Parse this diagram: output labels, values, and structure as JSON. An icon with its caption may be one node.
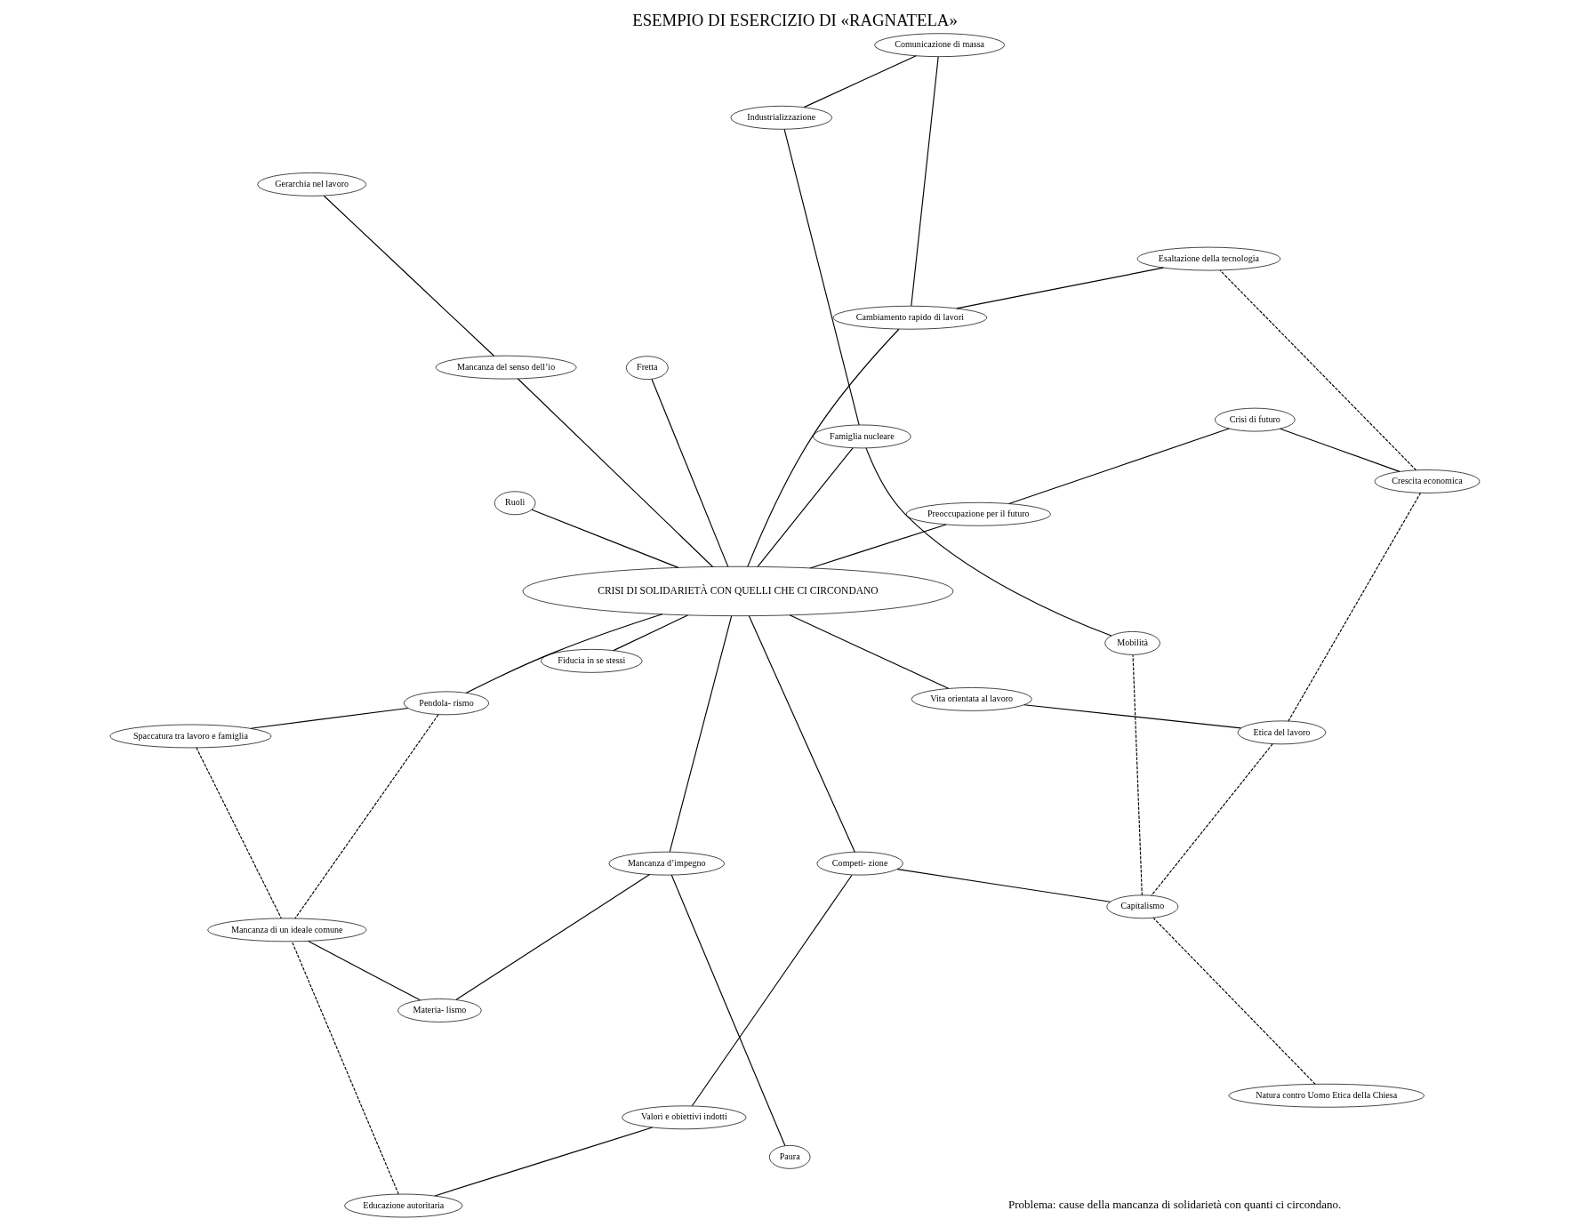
{
  "diagram": {
    "title": "ESEMPIO DI ESERCIZIO DI «RAGNATELA»",
    "nodes": [
      {
        "text": [
          "CRISI DI SOLIDARIETÀ CON QUELLI CHE CI CIRCONDANO"
        ]
      },
      {
        "text": [
          "Etica del lavoro"
        ]
      },
      {
        "text": [
          "Natura contro Uomo Etica della Chiesa"
        ]
      },
      {
        "text": [
          "Vita orientata al lavoro"
        ]
      },
      {
        "text": [
          "Fiducia in se stessi"
        ]
      },
      {
        "text": [
          "Ruoli"
        ]
      },
      {
        "text": [
          "Capitalismo"
        ]
      },
      {
        "text": [
          "Competi- zione"
        ]
      },
      {
        "text": [
          "Valori e obiettivi indotti"
        ]
      },
      {
        "text": [
          "Educazione autoritaria"
        ]
      },
      {
        "text": [
          "Pendola- rismo"
        ]
      },
      {
        "text": [
          "Spaccatura tra lavoro e famiglia"
        ]
      },
      {
        "text": [
          "Fretta"
        ]
      },
      {
        "text": [
          "Mancanza del senso dell’io"
        ]
      },
      {
        "text": [
          "Gerarchia nel lavoro"
        ]
      },
      {
        "text": [
          "Mancanza d’impegno"
        ]
      },
      {
        "text": [
          "Paura"
        ]
      },
      {
        "text": [
          "Materia- lismo"
        ]
      },
      {
        "text": [
          "Mancanza di un ideale comune"
        ]
      },
      {
        "text": [
          "Famiglia nucleare"
        ]
      },
      {
        "text": [
          "Mobilità"
        ]
      },
      {
        "text": [
          "Industrializzazione"
        ]
      },
      {
        "text": [
          "Preoccupazione per il futuro"
        ]
      },
      {
        "text": [
          "Crisi di futuro"
        ]
      },
      {
        "text": [
          "Crescita economica"
        ]
      },
      {
        "text": [
          "Esaltazione della tecnologia"
        ]
      },
      {
        "text": [
          "Cambiamento rapido di lavori"
        ]
      },
      {
        "text": [
          "Comunicazione di massa"
        ]
      }
    ],
    "edges": [
      {
        "from": 1,
        "to": 3,
        "arrow": "none"
      },
      {
        "from": 3,
        "to": 0,
        "arrow": "none"
      },
      {
        "from": 4,
        "to": 0,
        "arrow": "none"
      },
      {
        "from": 5,
        "to": 0,
        "arrow": "none"
      },
      {
        "from": 7,
        "to": 0,
        "arrow": "none"
      },
      {
        "from": 6,
        "to": 7,
        "arrow": "none"
      },
      {
        "from": 8,
        "to": 7,
        "arrow": "none"
      },
      {
        "from": 9,
        "to": 8,
        "arrow": "none"
      },
      {
        "from": 2,
        "to": 6,
        "arrow": "none",
        "style": "dashed"
      },
      {
        "from": 0,
        "to": 10,
        "arrow": "none"
      },
      {
        "from": 10,
        "to": 11,
        "arrow": "none"
      },
      {
        "from": 0,
        "to": 12,
        "arrow": "none"
      },
      {
        "from": 0,
        "to": 13,
        "arrow": "none"
      },
      {
        "from": 13,
        "to": 14,
        "arrow": "none"
      },
      {
        "from": 0,
        "to": 15,
        "arrow": "none"
      },
      {
        "from": 15,
        "to": 16,
        "arrow": "none"
      },
      {
        "from": 15,
        "to": 17,
        "arrow": "none"
      },
      {
        "from": 17,
        "to": 18,
        "arrow": "none"
      },
      {
        "from": 0,
        "to": 19,
        "arrow": "none"
      },
      {
        "from": 19,
        "to": 20,
        "arrow": "none"
      },
      {
        "from": 19,
        "to": 21,
        "arrow": "none"
      },
      {
        "from": 0,
        "to": 26,
        "arrow": "none"
      },
      {
        "from": 26,
        "to": 25,
        "arrow": "none"
      },
      {
        "from": 26,
        "to": 27,
        "arrow": "none"
      },
      {
        "from": 27,
        "to": 21,
        "arrow": "none"
      },
      {
        "from": 24,
        "to": 25,
        "arrow": "none",
        "style": "dashed"
      },
      {
        "from": 0,
        "to": 22,
        "arrow": "none"
      },
      {
        "from": 22,
        "to": 23,
        "arrow": "none"
      },
      {
        "from": 23,
        "to": 24,
        "arrow": "none"
      },
      {
        "from": 1,
        "to": 24,
        "arrow": "none",
        "style": "dashed"
      },
      {
        "from": 1,
        "to": 6,
        "arrow": "none",
        "style": "dashed"
      },
      {
        "from": 9,
        "to": 18,
        "arrow": "none",
        "style": "dashed"
      },
      {
        "from": 10,
        "to": 18,
        "arrow": "none",
        "style": "dashed"
      },
      {
        "from": 11,
        "to": 18,
        "arrow": "none",
        "style": "dashed"
      },
      {
        "from": 6,
        "to": 20,
        "arrow": "none",
        "style": "dashed"
      }
    ],
    "labels": [
      "Problema: cause della mancanza di solidarietà con quanti ci circondano."
    ]
  }
}
